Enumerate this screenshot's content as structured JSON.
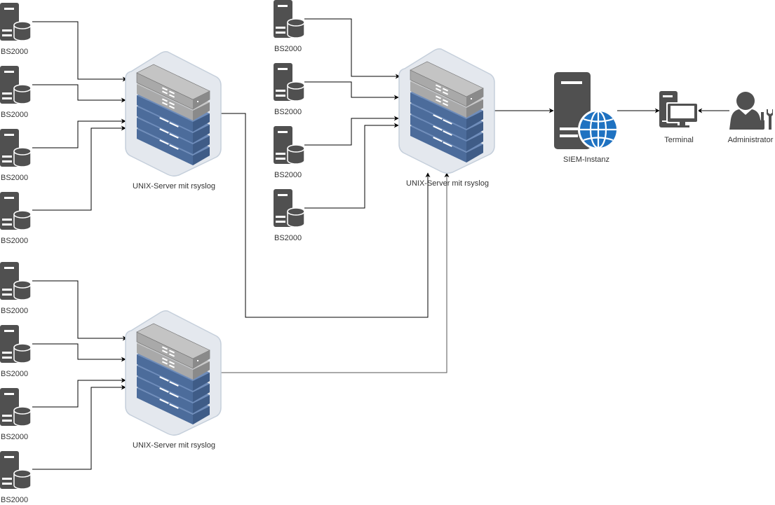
{
  "diagram": {
    "title": "",
    "colors": {
      "icon_dark": "#505050",
      "rack_gray": "#a9a9a9",
      "rack_blue": "#4c6c9b",
      "rack_halo": "#e4e8ee",
      "globe_blue": "#1f72c1",
      "edge": "#000000"
    },
    "nodes": {
      "bs_a1": {
        "label": "BS2000",
        "type": "bs2000-server-icon"
      },
      "bs_a2": {
        "label": "BS2000",
        "type": "bs2000-server-icon"
      },
      "bs_a3": {
        "label": "BS2000",
        "type": "bs2000-server-icon"
      },
      "bs_a4": {
        "label": "BS2000",
        "type": "bs2000-server-icon"
      },
      "bs_b1": {
        "label": "BS2000",
        "type": "bs2000-server-icon"
      },
      "bs_b2": {
        "label": "BS2000",
        "type": "bs2000-server-icon"
      },
      "bs_b3": {
        "label": "BS2000",
        "type": "bs2000-server-icon"
      },
      "bs_b4": {
        "label": "BS2000",
        "type": "bs2000-server-icon"
      },
      "bs_c1": {
        "label": "BS2000",
        "type": "bs2000-server-icon"
      },
      "bs_c2": {
        "label": "BS2000",
        "type": "bs2000-server-icon"
      },
      "bs_c3": {
        "label": "BS2000",
        "type": "bs2000-server-icon"
      },
      "bs_c4": {
        "label": "BS2000",
        "type": "bs2000-server-icon"
      },
      "unix_a": {
        "label": "UNIX-Server mit rsyslog",
        "type": "server-rack-icon"
      },
      "unix_b": {
        "label": "UNIX-Server mit rsyslog",
        "type": "server-rack-icon"
      },
      "unix_c": {
        "label": "UNIX-Server mit rsyslog",
        "type": "server-rack-icon"
      },
      "siem": {
        "label": "SIEM-Instanz",
        "type": "web-server-globe-icon"
      },
      "terminal": {
        "label": "Terminal",
        "type": "workstation-icon"
      },
      "admin": {
        "label": "Administrator",
        "type": "admin-user-icon"
      }
    },
    "edges": [
      {
        "from": "bs_a1",
        "to": "unix_a"
      },
      {
        "from": "bs_a2",
        "to": "unix_a"
      },
      {
        "from": "bs_a3",
        "to": "unix_a"
      },
      {
        "from": "bs_a4",
        "to": "unix_a"
      },
      {
        "from": "bs_b1",
        "to": "unix_b"
      },
      {
        "from": "bs_b2",
        "to": "unix_b"
      },
      {
        "from": "bs_b3",
        "to": "unix_b"
      },
      {
        "from": "bs_b4",
        "to": "unix_b"
      },
      {
        "from": "bs_c1",
        "to": "unix_c"
      },
      {
        "from": "bs_c2",
        "to": "unix_c"
      },
      {
        "from": "bs_c3",
        "to": "unix_c"
      },
      {
        "from": "bs_c4",
        "to": "unix_c"
      },
      {
        "from": "unix_a",
        "to": "unix_b"
      },
      {
        "from": "unix_c",
        "to": "unix_b"
      },
      {
        "from": "unix_b",
        "to": "siem"
      },
      {
        "from": "siem",
        "to": "terminal"
      },
      {
        "from": "admin",
        "to": "terminal"
      }
    ]
  }
}
